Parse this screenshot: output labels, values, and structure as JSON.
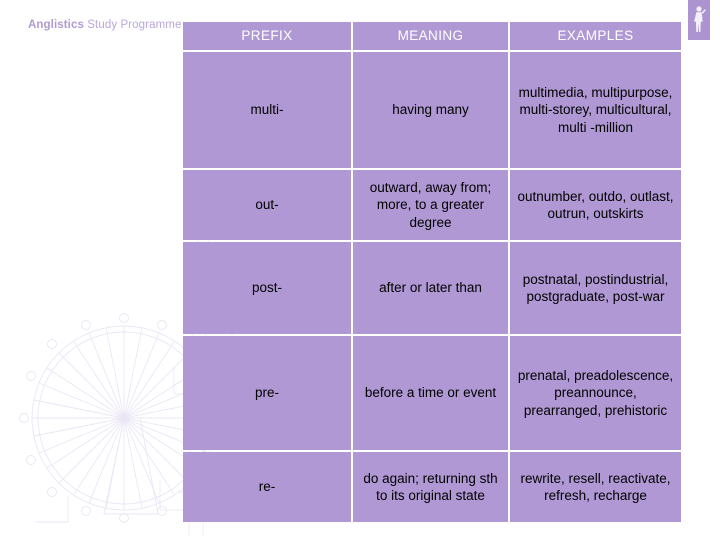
{
  "header": {
    "title_strong": "Anglistics",
    "title_rest": " Study Programme"
  },
  "decor": {
    "wheel_icon": "ferris-wheel-icon",
    "skyline_icon": "skyline-icon",
    "banner_icon": "statue-figure-icon"
  },
  "table": {
    "columns": [
      "PREFIX",
      "MEANING",
      "EXAMPLES"
    ],
    "rows": [
      {
        "prefix": "multi-",
        "meaning": "having many",
        "examples": "multimedia, multipurpose, multi-storey, multicultural, multi -million"
      },
      {
        "prefix": "out-",
        "meaning": "outward, away from; more, to a greater degree",
        "examples": "outnumber, outdo, outlast, outrun, outskirts"
      },
      {
        "prefix": "post-",
        "meaning": "after or later than",
        "examples": "postnatal, postindustrial, postgraduate, post-war"
      },
      {
        "prefix": "pre-",
        "meaning": "before a time or event",
        "examples": "prenatal, preadolescence, preannounce, prearranged, prehistoric"
      },
      {
        "prefix": "re-",
        "meaning": "do again; returning sth to its original state",
        "examples": "rewrite, resell, reactivate, refresh, recharge"
      }
    ]
  },
  "colors": {
    "cell_purple": "#b098d4",
    "banner_purple": "#ab94cf",
    "title_purple": "#b9a7d8",
    "header_text": "#ffffff",
    "body_text": "#000000",
    "page_background": "#ffffff"
  }
}
